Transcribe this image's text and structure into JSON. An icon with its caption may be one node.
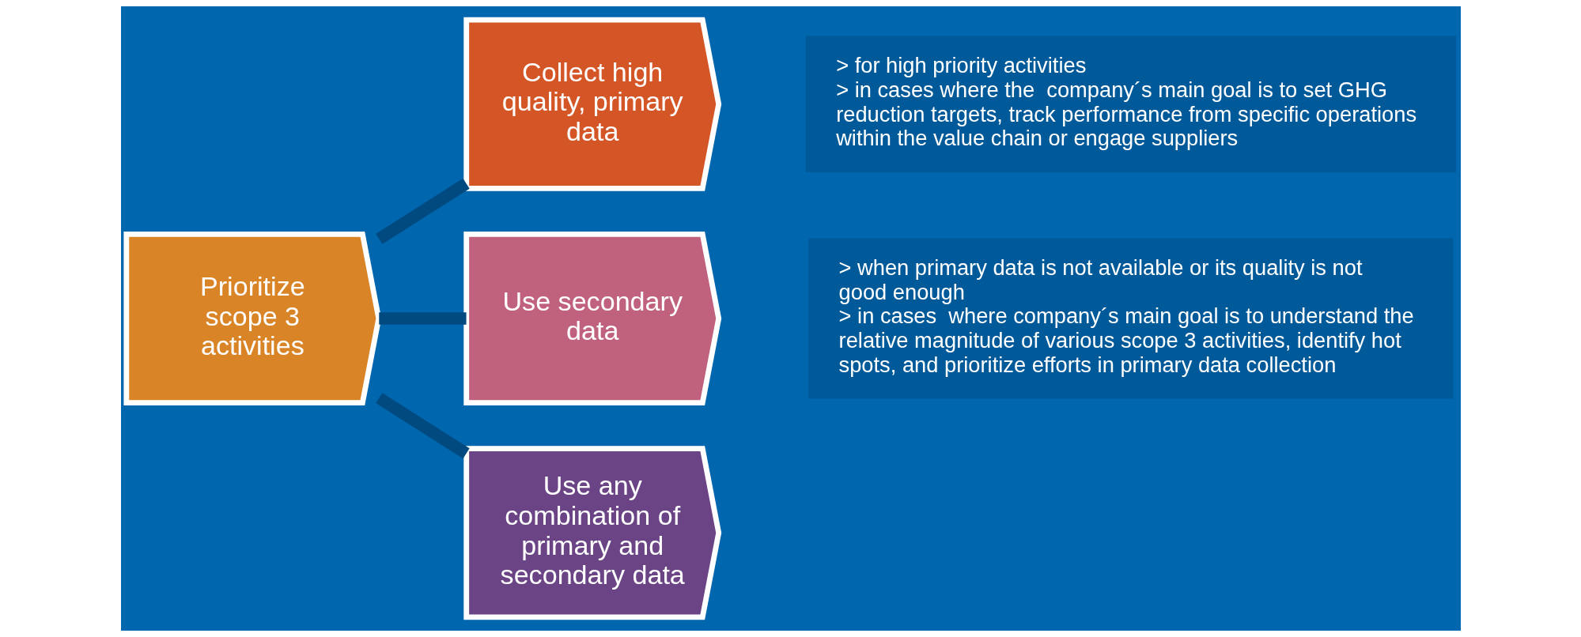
{
  "diagram": {
    "nodes": [
      {
        "text": [
          "Prioritize scope 3 activities"
        ]
      },
      {
        "text": [
          "Collect high quality, primary data"
        ],
        "beside": [
          "> for high priority activities",
          "> in cases where the  company´s main goal is to set GHG reduction targets, track performance from specific operations within the value chain or engage suppliers"
        ]
      },
      {
        "text": [
          "Use secondary data"
        ],
        "beside": [
          "> when primary data is not available or its quality is not good enough",
          "> in cases  where company´s main goal is to understand the relative magnitude of various scope 3 activities, identify hot spots, and prioritize efforts in primary data collection"
        ]
      },
      {
        "text": [
          "Use any combination of primary and secondary data"
        ]
      }
    ],
    "edges": [
      {
        "from": 0,
        "to": 1,
        "arrow": "none"
      },
      {
        "from": 0,
        "to": 2,
        "arrow": "none"
      },
      {
        "from": 0,
        "to": 3,
        "arrow": "none"
      }
    ]
  }
}
